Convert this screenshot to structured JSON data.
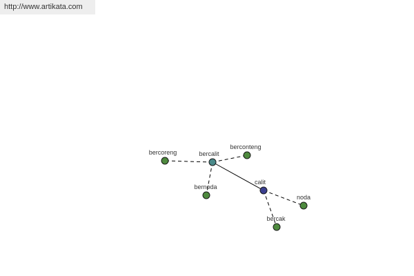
{
  "banner": {
    "url_text": "http://www.artikata.com"
  },
  "colors": {
    "background": "#ffffff",
    "banner_bg": "#eeeeee",
    "node_leaf": "#4e8a3e",
    "node_hub": "#4a8a8a",
    "node_root": "#3b3f8f",
    "edge": "#000000"
  },
  "graph": {
    "nodes": [
      {
        "id": "calit",
        "label": "calit",
        "kind": "root"
      },
      {
        "id": "bercalit",
        "label": "bercalit",
        "kind": "hub"
      },
      {
        "id": "bercoreng",
        "label": "bercoreng",
        "kind": "leaf"
      },
      {
        "id": "berconteng",
        "label": "berconteng",
        "kind": "leaf"
      },
      {
        "id": "bernoda",
        "label": "bernoda",
        "kind": "leaf"
      },
      {
        "id": "noda",
        "label": "noda",
        "kind": "leaf"
      },
      {
        "id": "bercak",
        "label": "bercak",
        "kind": "leaf"
      }
    ],
    "edges": [
      {
        "from": "calit",
        "to": "bercalit",
        "style": "solid"
      },
      {
        "from": "bercalit",
        "to": "bercoreng",
        "style": "dashed"
      },
      {
        "from": "bercalit",
        "to": "berconteng",
        "style": "dashed"
      },
      {
        "from": "bercalit",
        "to": "bernoda",
        "style": "dashed"
      },
      {
        "from": "calit",
        "to": "noda",
        "style": "dashed"
      },
      {
        "from": "calit",
        "to": "bercak",
        "style": "dashed"
      }
    ]
  }
}
